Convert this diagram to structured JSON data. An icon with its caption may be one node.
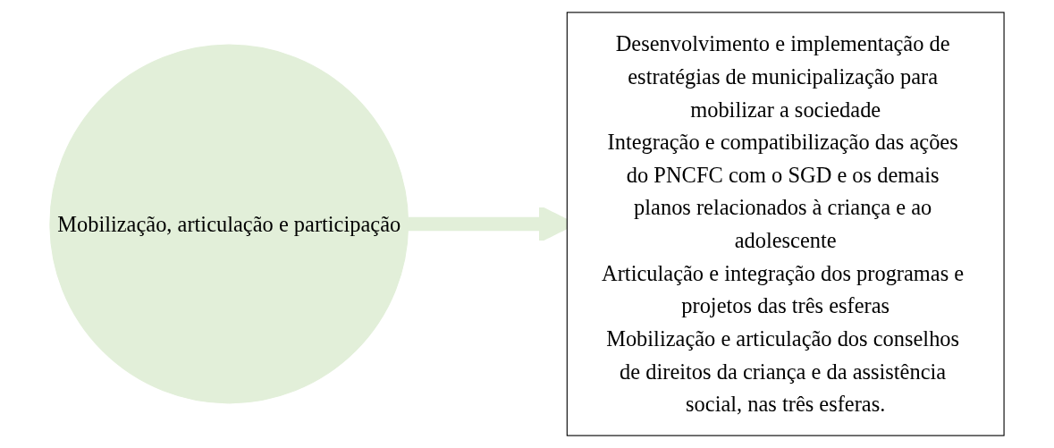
{
  "diagram": {
    "nodes": [
      {
        "text": [
          "Mobilização, articulação e participação"
        ]
      },
      {
        "text": [
          "Desenvolvimento e implementação de estratégias de municipalização para mobilizar a sociedade",
          "Integração e compatibilização das ações do PNCFC com o SGD e os demais planos relacionados à criança e ao adolescente",
          "Articulação e integração dos programas e projetos das três esferas",
          "Mobilização e articulação dos conselhos de direitos da criança e da assistência social, nas três esferas."
        ]
      }
    ],
    "edges": [
      {
        "from": 0,
        "to": 1,
        "arrow": "to",
        "color": "#e2efd9"
      }
    ]
  }
}
